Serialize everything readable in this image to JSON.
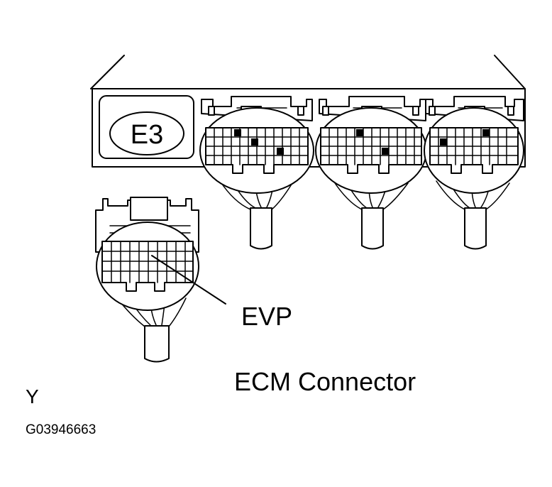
{
  "labels": {
    "ecm_code": "E3",
    "pin_label": "EVP",
    "title": "ECM Connector",
    "corner_letter": "Y",
    "figure_id": "G03946663"
  }
}
